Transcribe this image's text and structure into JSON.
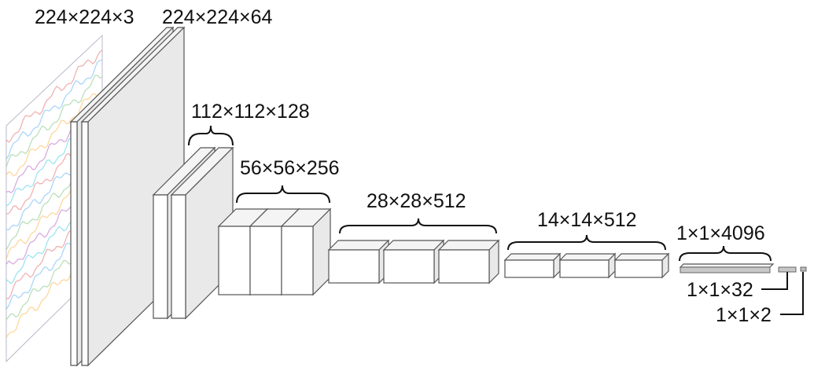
{
  "layers": [
    {
      "id": "input",
      "label": "224×224×3"
    },
    {
      "id": "conv1",
      "label": "224×224×64"
    },
    {
      "id": "conv2",
      "label": "112×112×128"
    },
    {
      "id": "conv3",
      "label": "56×56×256"
    },
    {
      "id": "conv4",
      "label": "28×28×512"
    },
    {
      "id": "conv5",
      "label": "14×14×512"
    },
    {
      "id": "fc1",
      "label": "1×1×4096"
    },
    {
      "id": "fc2",
      "label": "1×1×32"
    },
    {
      "id": "fc3",
      "label": "1×1×2"
    }
  ],
  "colors": {
    "box_stroke": "#555555",
    "fc_fill": "#c8c8c8",
    "signal_colors": [
      "#e57373",
      "#64b5f6",
      "#81c784",
      "#ffb74d",
      "#ba68c8",
      "#4dd0e1"
    ]
  }
}
